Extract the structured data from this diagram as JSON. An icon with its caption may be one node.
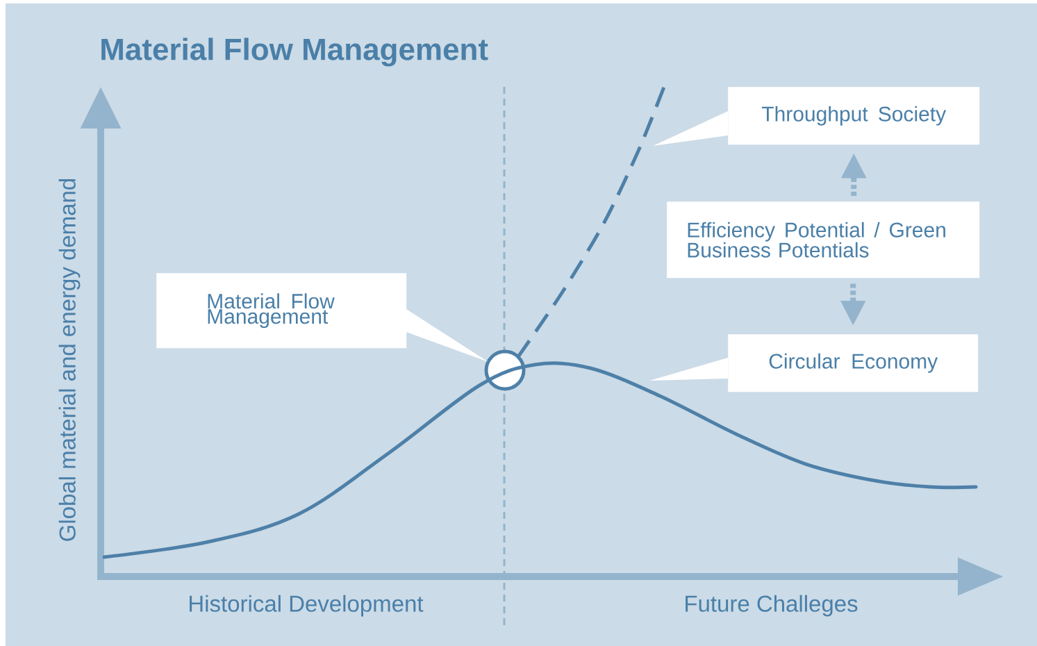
{
  "diagram": {
    "title": "Material Flow Management",
    "nodes": [
      {
        "text": [
          "Material Flow Management"
        ]
      },
      {
        "text": [
          "Throughput Society"
        ]
      },
      {
        "text": [
          "Efficiency Potential / Green Business Potentials"
        ]
      },
      {
        "text": [
          "Circular Economy"
        ]
      },
      {
        "text": [],
        "shape": "circle"
      }
    ],
    "edges": [
      {
        "from": 0,
        "to": 4,
        "arrow": "to"
      },
      {
        "from": 1,
        "to": null,
        "arrow": "to"
      },
      {
        "from": 3,
        "to": null,
        "arrow": "to"
      },
      {
        "from": 2,
        "to": 1,
        "arrow": "to",
        "style": "dashed",
        "color": "#93b4cc"
      },
      {
        "from": 2,
        "to": 3,
        "arrow": "to",
        "style": "dashed",
        "color": "#93b4cc"
      }
    ],
    "labels": [
      "Global material and energy demand",
      "Historical Development",
      "Future Challeges"
    ]
  }
}
